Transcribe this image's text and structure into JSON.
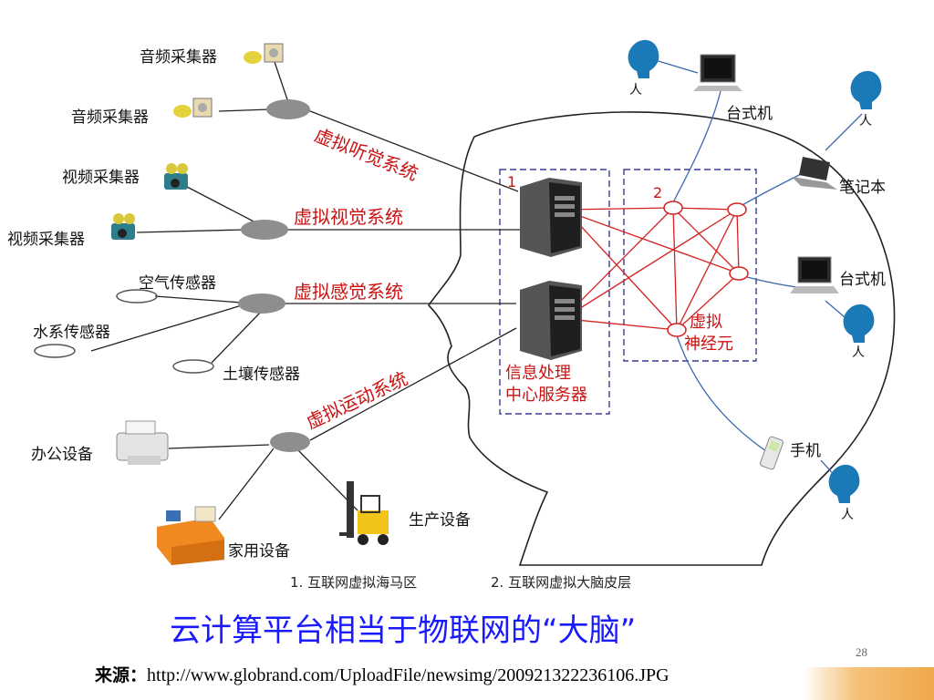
{
  "colors": {
    "accent_red": "#cc1111",
    "title_blue": "#1a1aff",
    "icon_blue": "#1a7ab8",
    "node_gray": "#8a8a8a"
  },
  "labels": {
    "audio1": "音频采集器",
    "audio2": "音频采集器",
    "video1": "视频采集器",
    "video2": "视频采集器",
    "air": "空气传感器",
    "water": "水系传感器",
    "soil": "土壤传感器",
    "office": "办公设备",
    "home": "家用设备",
    "production": "生产设备",
    "desktop1": "台式机",
    "laptop": "笔记本",
    "desktop2": "台式机",
    "phone": "手机",
    "person": "人"
  },
  "systems": {
    "hearing": "虚拟听觉系统",
    "vision": "虚拟视觉系统",
    "sensing": "虚拟感觉系统",
    "motion": "虚拟运动系统"
  },
  "regions": {
    "num1": "1",
    "num2": "2",
    "server_label_line1": "信息处理",
    "server_label_line2": "中心服务器",
    "neuron_line1": "虚拟",
    "neuron_line2": "神经元"
  },
  "legend": {
    "item1": "1. 互联网虚拟海马区",
    "item2": "2. 互联网虚拟大脑皮层"
  },
  "title": "云计算平台相当于物联网的“大脑”",
  "source": {
    "label": "来源：",
    "url": "http://www.globrand.com/UploadFile/newsimg/200921322236106.JPG"
  },
  "page_number": "28",
  "icons": [
    "speaker-icon",
    "camera-icon",
    "sensor-ring-icon",
    "printer-icon",
    "desk-icon",
    "forklift-icon",
    "server-icon",
    "monitor-icon",
    "laptop-icon",
    "phone-icon",
    "person-head-icon"
  ]
}
